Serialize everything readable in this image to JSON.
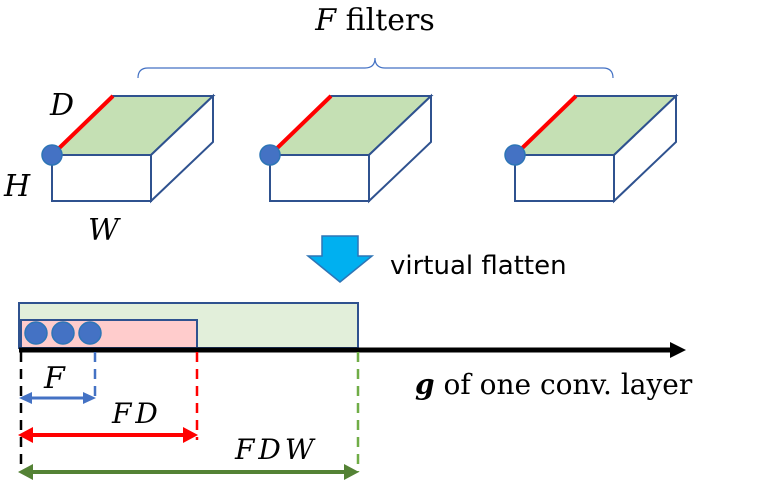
{
  "labels": {
    "filters_F": "F",
    "filters_word": " filters",
    "D": "D",
    "H": "H",
    "W": "W",
    "flatten": "virtual flatten",
    "F": "F",
    "FD": "FD",
    "FDW": "FDW",
    "g": "g",
    "g_rest": " of one conv. layer"
  },
  "colors": {
    "box_stroke": "#2f528f",
    "top_face": "#c5e0b4",
    "depth_edge": "#ff0000",
    "dot": "#4472c4",
    "flat_outer": "#e2efda",
    "flat_inner": "#ffcccc",
    "arrow_F": "#4472c4",
    "arrow_FD": "#ff0000",
    "arrow_FDW": "#548235",
    "flatten_arrow": "#00b0f0"
  }
}
